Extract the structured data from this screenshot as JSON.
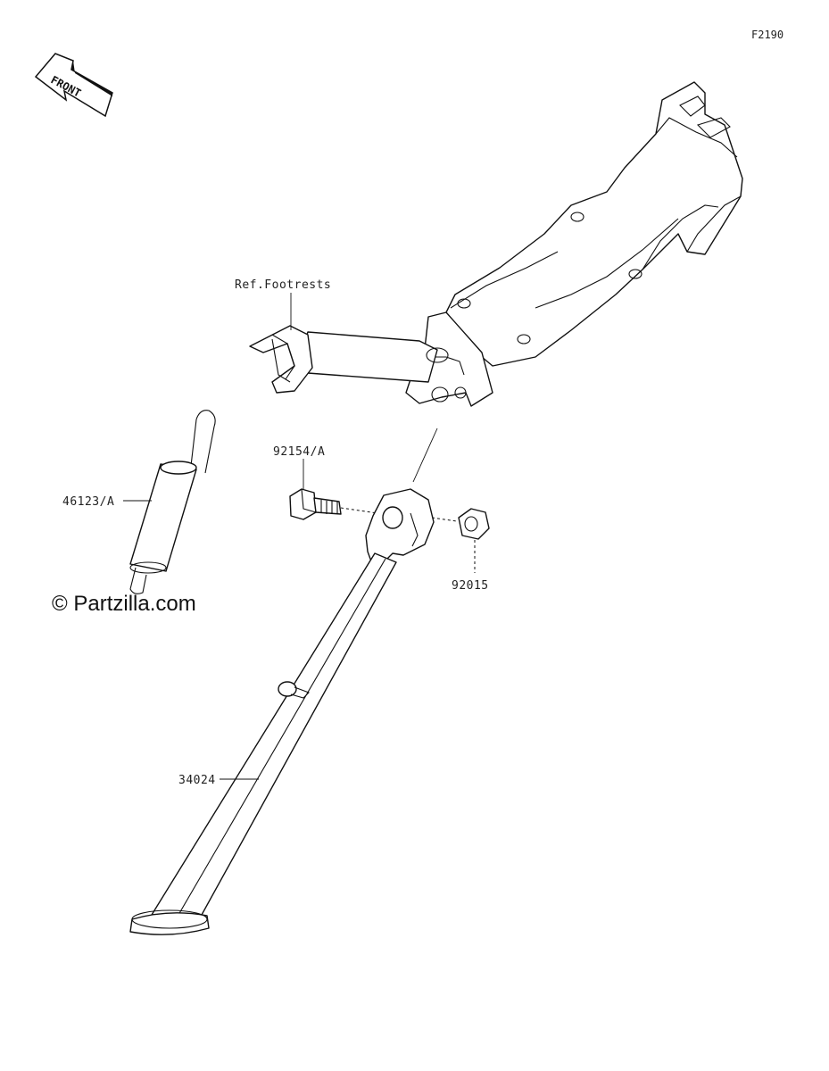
{
  "diagram_code": "F2190",
  "front_arrow_label": "FRONT",
  "watermark": "© Partzilla.com",
  "callouts": {
    "ref_footrests": "Ref.Footrests",
    "spring": "46123/A",
    "bolt": "92154/A",
    "nut": "92015",
    "side_stand": "34024"
  }
}
